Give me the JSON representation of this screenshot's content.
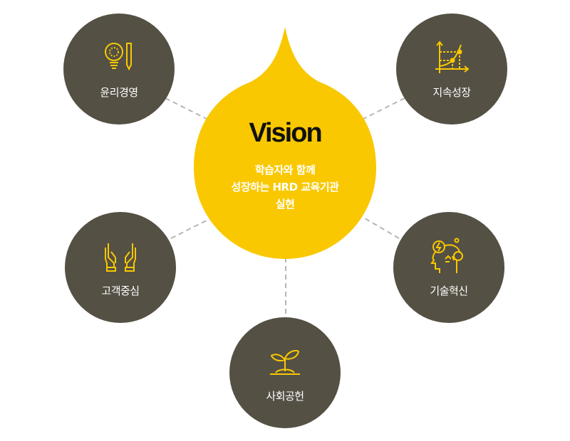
{
  "center": {
    "title": "Vision",
    "lines": [
      "학습자와 함께",
      "성장하는 HRD 교육기관",
      "실현"
    ]
  },
  "nodes": [
    {
      "label": "윤리경영",
      "icon": "lightbulb-pencil-icon"
    },
    {
      "label": "지속성장",
      "icon": "growth-chart-icon"
    },
    {
      "label": "고객중심",
      "icon": "caring-hands-icon"
    },
    {
      "label": "기술혁신",
      "icon": "innovation-head-icon"
    },
    {
      "label": "사회공헌",
      "icon": "sprout-icon"
    }
  ],
  "colors": {
    "accent": "#F9C800",
    "node": "#545044",
    "connector": "#b5b5b5"
  }
}
